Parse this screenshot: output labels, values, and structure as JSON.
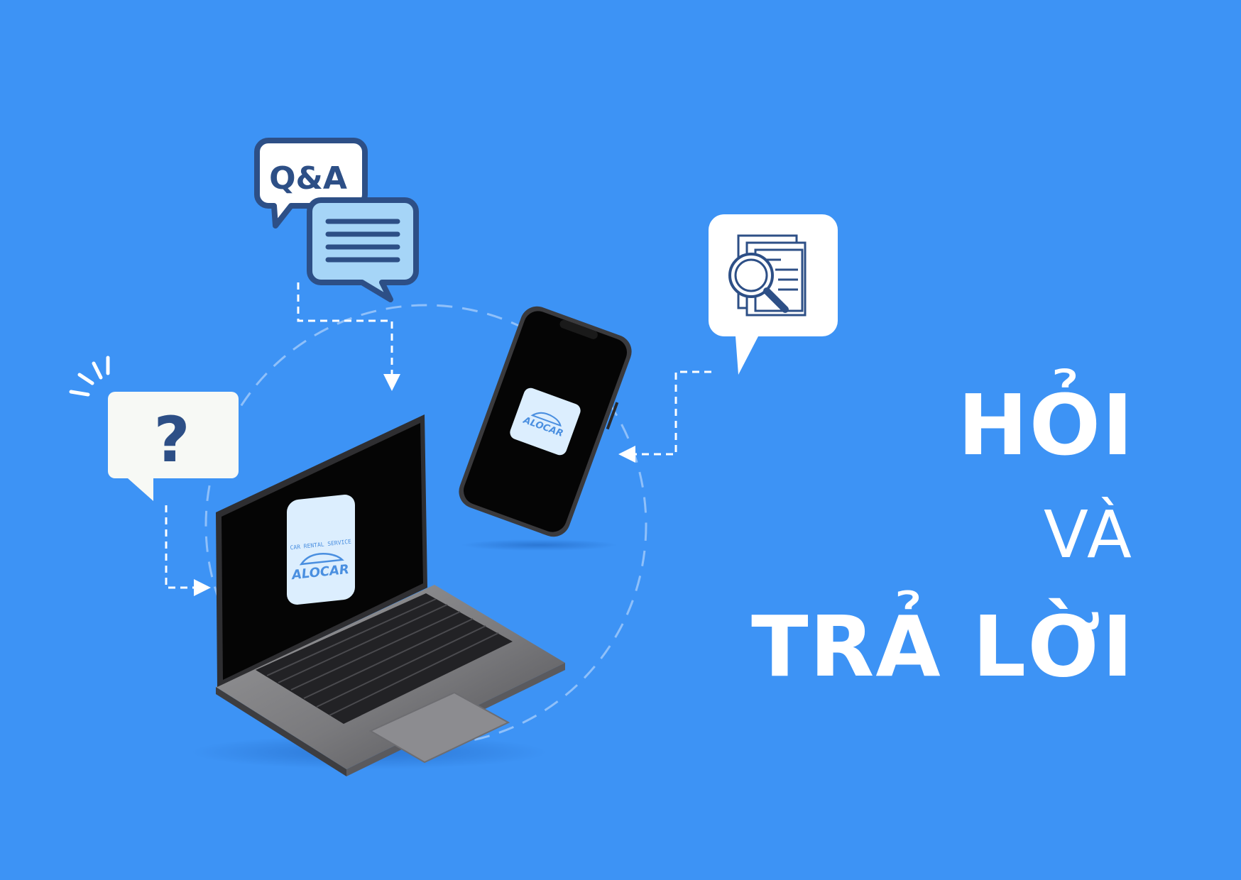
{
  "colors": {
    "background": "#3d93f5",
    "icon_stroke": "#2d4f86",
    "bubble_fill": "#f7f9f5",
    "bubble_light_blue": "#a6d5f7",
    "screen_black": "#050505",
    "app_tile": "#dceefe",
    "logo_blue": "#4a8fe0"
  },
  "bubbles": {
    "qa_label": "Q&A",
    "question_mark": "?"
  },
  "app_logo": {
    "name": "ALOCAR",
    "tagline": "CAR RENTAL SERVICE"
  },
  "title": {
    "line1": "HỎI",
    "line2": "VÀ",
    "line3": "TRẢ LỜI"
  },
  "icons": [
    "qa-bubble-icon",
    "chat-lines-icon",
    "question-bubble-icon",
    "document-search-icon"
  ]
}
